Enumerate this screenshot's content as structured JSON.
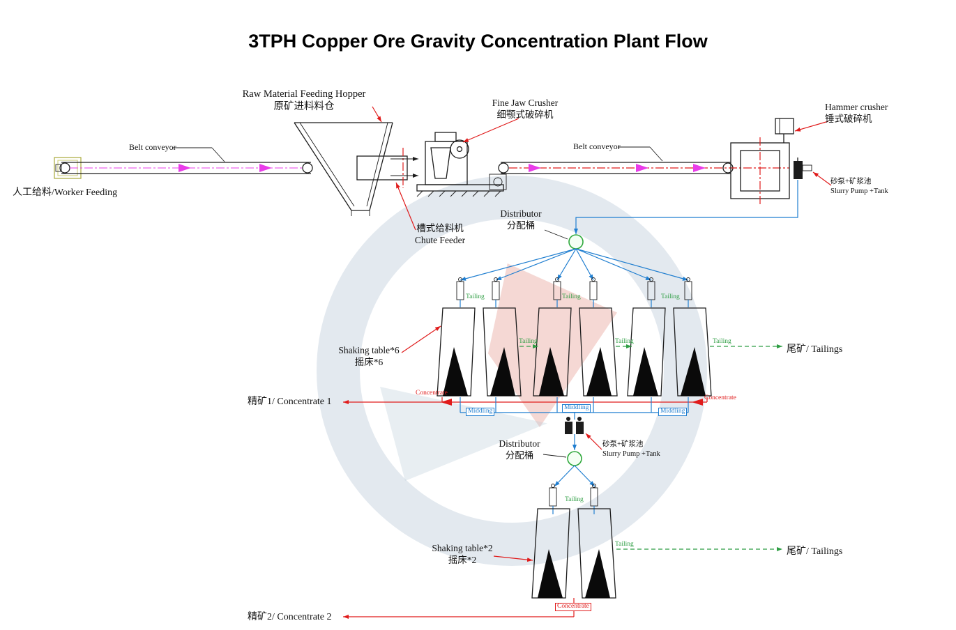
{
  "title": "3TPH Copper Ore Gravity Concentration Plant Flow",
  "colors": {
    "flow_blue": "#1f7ed0",
    "tailing_green": "#2f9e44",
    "concentrate_red": "#e01b1b",
    "conveyor_magenta": "#e93ce9",
    "equipment_black": "#1c1c1c",
    "distributor_green": "#2fa83c",
    "watermark_blue": "#b9c9d8",
    "watermark_red": "#d86a5a"
  },
  "equipment": {
    "worker_feeding": {
      "label": "人工给料/Worker Feeding"
    },
    "belt_conveyor_1": {
      "label": "Belt conveyor"
    },
    "hopper": {
      "label_en": "Raw Material Feeding Hopper",
      "label_cn": "原矿进料料仓"
    },
    "chute_feeder": {
      "label_cn": "槽式给料机",
      "label_en": "Chute Feeder"
    },
    "jaw_crusher": {
      "label_en": "Fine Jaw Crusher",
      "label_cn": "细颚式破碎机"
    },
    "belt_conveyor_2": {
      "label": "Belt conveyor"
    },
    "hammer_crusher": {
      "label_en": "Hammer crusher",
      "label_cn": "锤式破碎机"
    },
    "slurry_pump_1": {
      "label_cn": "砂泵+矿浆池",
      "label_en": "Slurry Pump +Tank"
    },
    "distributor_1": {
      "label_en": "Distributor",
      "label_cn": "分配桶"
    },
    "shaking_table_6": {
      "label_en": "Shaking table*6",
      "label_cn": "摇床*6"
    },
    "distributor_2": {
      "label_en": "Distributor",
      "label_cn": "分配桶"
    },
    "slurry_pump_2": {
      "label_cn": "砂泵+矿浆池",
      "label_en": "Slurry Pump +Tank"
    },
    "shaking_table_2": {
      "label_en": "Shaking table*2",
      "label_cn": "摇床*2"
    }
  },
  "streams": {
    "tailing": "Tailing",
    "middling": "Middling",
    "concentrate": "Concentrate",
    "tailings_out_1": "尾矿/ Tailings",
    "tailings_out_2": "尾矿/ Tailings",
    "concentrate_out_1": "精矿1/ Concentrate 1",
    "concentrate_out_2": "精矿2/ Concentrate 2"
  }
}
